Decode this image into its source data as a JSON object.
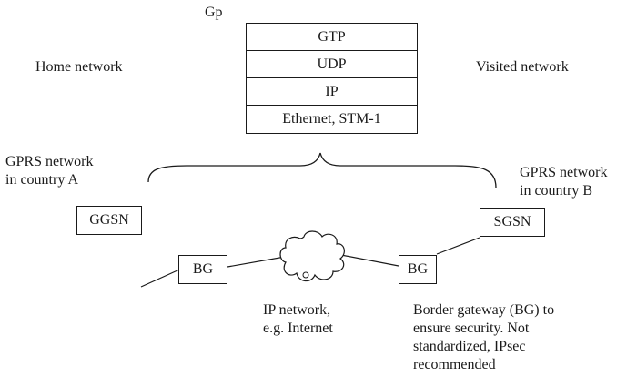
{
  "interface_label": "Gp",
  "protocol_stack": [
    "GTP",
    "UDP",
    "IP",
    "Ethernet, STM-1"
  ],
  "home_network_label": "Home network",
  "visited_network_label": "Visited network",
  "network_a_label": [
    "GPRS network",
    "in country A"
  ],
  "network_b_label": [
    "GPRS network",
    "in country B"
  ],
  "nodes": {
    "ggsn": "GGSN",
    "sgsn": "SGSN",
    "bg_left": "BG",
    "bg_right": "BG"
  },
  "ip_network_label": [
    "IP network,",
    "e.g. Internet"
  ],
  "bg_note": [
    "Border gateway (BG) to",
    "ensure security. Not",
    "standardized, IPsec",
    "recommended"
  ]
}
